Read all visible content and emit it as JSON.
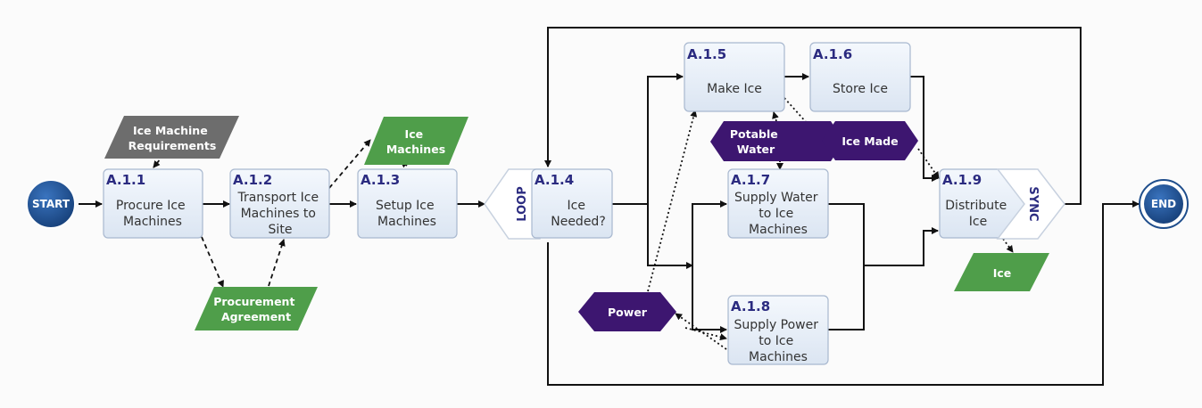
{
  "terminals": {
    "start": "START",
    "end": "END"
  },
  "functions": [
    {
      "id": "A.1.1",
      "label": [
        "Procure Ice",
        "Machines"
      ]
    },
    {
      "id": "A.1.2",
      "label": [
        "Transport Ice",
        "Machines to",
        "Site"
      ]
    },
    {
      "id": "A.1.3",
      "label": [
        "Setup Ice",
        "Machines"
      ]
    },
    {
      "id": "A.1.4",
      "label": [
        "Ice",
        "Needed?"
      ]
    },
    {
      "id": "A.1.5",
      "label": [
        "Make Ice"
      ]
    },
    {
      "id": "A.1.6",
      "label": [
        "Store Ice"
      ]
    },
    {
      "id": "A.1.7",
      "label": [
        "Supply Water",
        "to Ice",
        "Machines"
      ]
    },
    {
      "id": "A.1.8",
      "label": [
        "Supply Power",
        "to Ice",
        "Machines"
      ]
    },
    {
      "id": "A.1.9",
      "label": [
        "Distribute",
        "Ice"
      ]
    }
  ],
  "items": {
    "ice_machine_requirements": [
      "Ice Machine",
      "Requirements"
    ],
    "ice_machines": [
      "Ice",
      "Machines"
    ],
    "procurement_agreement": [
      "Procurement",
      "Agreement"
    ],
    "potable_water": [
      "Potable",
      "Water"
    ],
    "ice_made": [
      "Ice Made"
    ],
    "power": [
      "Power"
    ],
    "ice": [
      "Ice"
    ]
  },
  "controls": {
    "loop": "LOOP",
    "sync": "SYNC"
  },
  "colors": {
    "terminal": "#1f4e8c",
    "function_fill": "#e6eef8",
    "function_stroke": "#9fb2cc",
    "item_gray": "#6d6d6d",
    "item_green": "#4f9e4a",
    "item_purple": "#3d1670",
    "control_fill": "#ffffff"
  }
}
